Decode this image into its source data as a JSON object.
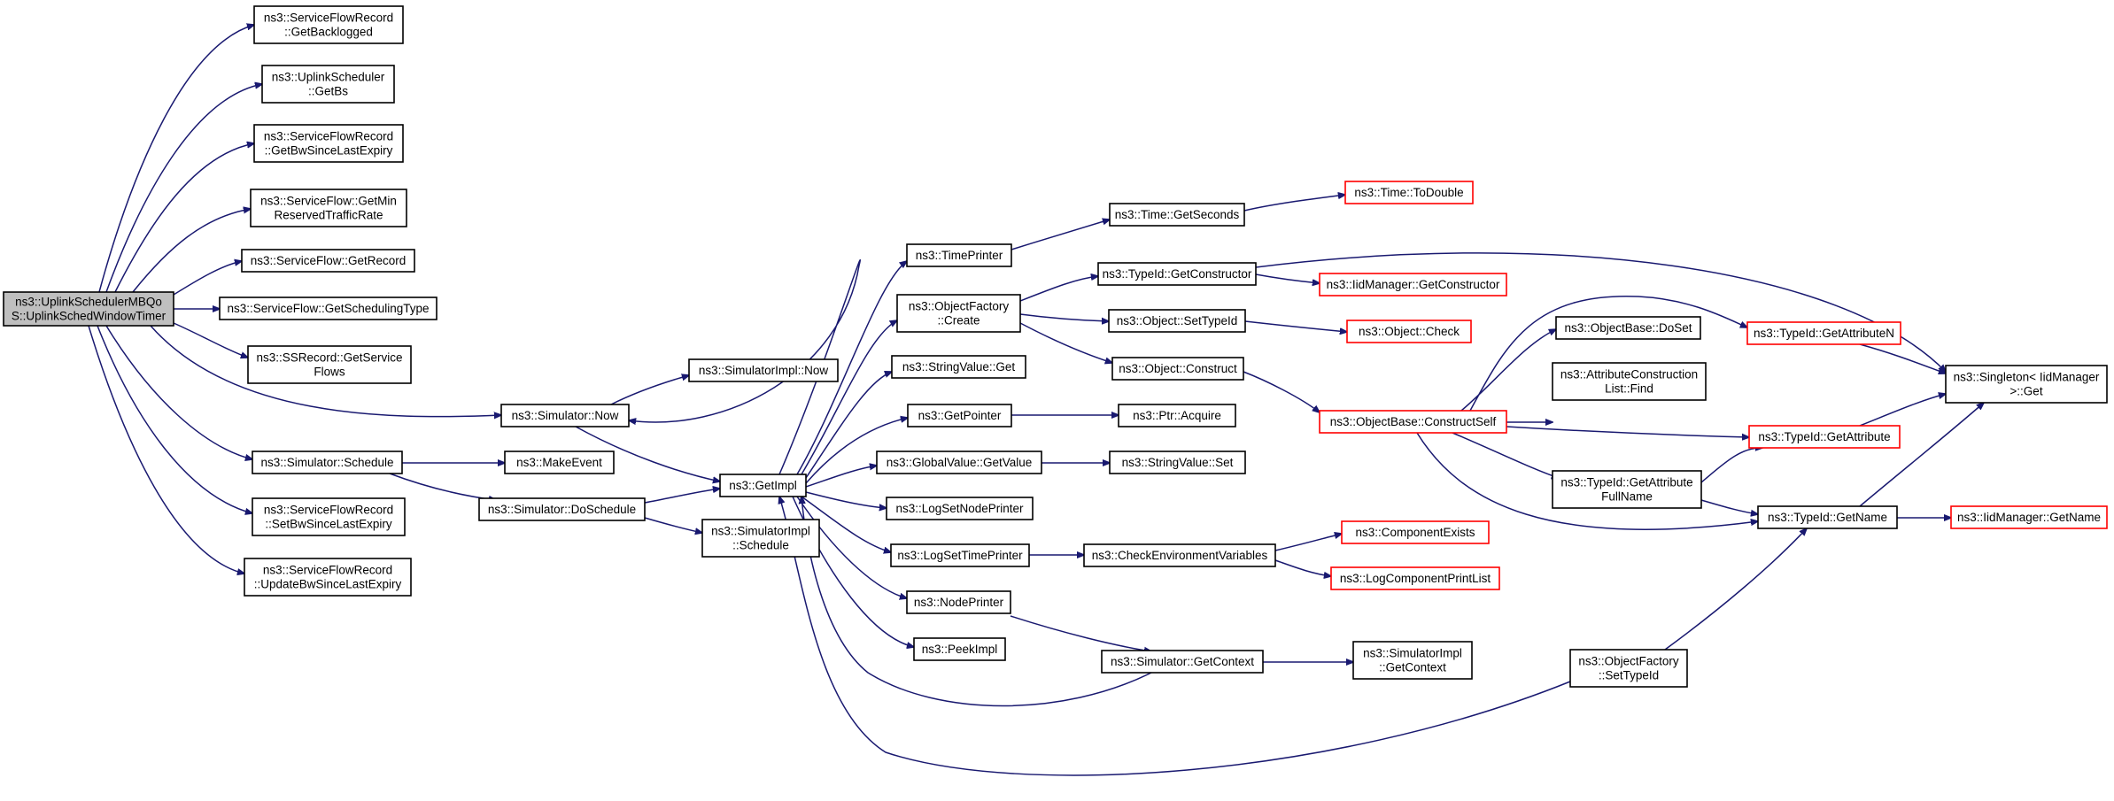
{
  "colors": {
    "edge": "#191970",
    "node_border": "#000000",
    "node_border_truncated": "#ff0000",
    "root_fill": "#bfbfbf",
    "node_fill": "#ffffff"
  },
  "nodes": [
    {
      "id": "root",
      "lines": [
        "ns3::UplinkSchedulerMBQo",
        "S::UplinkSchedWindowTimer"
      ],
      "style": "root"
    },
    {
      "id": "sfr_getbacklogged",
      "lines": [
        "ns3::ServiceFlowRecord",
        "::GetBacklogged"
      ],
      "style": "normal"
    },
    {
      "id": "us_getbs",
      "lines": [
        "ns3::UplinkScheduler",
        "::GetBs"
      ],
      "style": "normal"
    },
    {
      "id": "sfr_getbwsincelastexpiry",
      "lines": [
        "ns3::ServiceFlowRecord",
        "::GetBwSinceLastExpiry"
      ],
      "style": "normal"
    },
    {
      "id": "sf_getmin",
      "lines": [
        "ns3::ServiceFlow::GetMin",
        "ReservedTrafficRate"
      ],
      "style": "normal"
    },
    {
      "id": "sf_getrecord",
      "lines": [
        "ns3::ServiceFlow::GetRecord"
      ],
      "style": "normal"
    },
    {
      "id": "sf_getschedulingtype",
      "lines": [
        "ns3::ServiceFlow::GetSchedulingType"
      ],
      "style": "normal"
    },
    {
      "id": "ssr_getserviceflows",
      "lines": [
        "ns3::SSRecord::GetService",
        "Flows"
      ],
      "style": "normal"
    },
    {
      "id": "sim_now",
      "lines": [
        "ns3::Simulator::Now"
      ],
      "style": "normal"
    },
    {
      "id": "sim_schedule",
      "lines": [
        "ns3::Simulator::Schedule"
      ],
      "style": "normal"
    },
    {
      "id": "sfr_setbw",
      "lines": [
        "ns3::ServiceFlowRecord",
        "::SetBwSinceLastExpiry"
      ],
      "style": "normal"
    },
    {
      "id": "sfr_updatebw",
      "lines": [
        "ns3::ServiceFlowRecord",
        "::UpdateBwSinceLastExpiry"
      ],
      "style": "normal"
    },
    {
      "id": "simimpl_now",
      "lines": [
        "ns3::SimulatorImpl::Now"
      ],
      "style": "normal"
    },
    {
      "id": "makeevent",
      "lines": [
        "ns3::MakeEvent"
      ],
      "style": "normal"
    },
    {
      "id": "sim_doschedule",
      "lines": [
        "ns3::Simulator::DoSchedule"
      ],
      "style": "normal"
    },
    {
      "id": "getimpl",
      "lines": [
        "ns3::GetImpl"
      ],
      "style": "normal"
    },
    {
      "id": "simimpl_schedule",
      "lines": [
        "ns3::SimulatorImpl",
        "::Schedule"
      ],
      "style": "normal"
    },
    {
      "id": "timeprinter",
      "lines": [
        "ns3::TimePrinter"
      ],
      "style": "normal"
    },
    {
      "id": "objfactory_create",
      "lines": [
        "ns3::ObjectFactory",
        "::Create"
      ],
      "style": "normal"
    },
    {
      "id": "stringvalue_get",
      "lines": [
        "ns3::StringValue::Get"
      ],
      "style": "normal"
    },
    {
      "id": "getpointer",
      "lines": [
        "ns3::GetPointer"
      ],
      "style": "normal"
    },
    {
      "id": "globalvalue_getvalue",
      "lines": [
        "ns3::GlobalValue::GetValue"
      ],
      "style": "normal"
    },
    {
      "id": "logsetnodeprinter",
      "lines": [
        "ns3::LogSetNodePrinter"
      ],
      "style": "normal"
    },
    {
      "id": "logsettimeprinter",
      "lines": [
        "ns3::LogSetTimePrinter"
      ],
      "style": "normal"
    },
    {
      "id": "nodeprinter",
      "lines": [
        "ns3::NodePrinter"
      ],
      "style": "normal"
    },
    {
      "id": "peekimpl",
      "lines": [
        "ns3::PeekImpl"
      ],
      "style": "normal"
    },
    {
      "id": "time_getseconds",
      "lines": [
        "ns3::Time::GetSeconds"
      ],
      "style": "normal"
    },
    {
      "id": "typeid_getconstructor",
      "lines": [
        "ns3::TypeId::GetConstructor"
      ],
      "style": "normal"
    },
    {
      "id": "object_settypeid",
      "lines": [
        "ns3::Object::SetTypeId"
      ],
      "style": "normal"
    },
    {
      "id": "object_construct",
      "lines": [
        "ns3::Object::Construct"
      ],
      "style": "normal"
    },
    {
      "id": "ptr_acquire",
      "lines": [
        "ns3::Ptr::Acquire"
      ],
      "style": "normal"
    },
    {
      "id": "stringvalue_set",
      "lines": [
        "ns3::StringValue::Set"
      ],
      "style": "normal"
    },
    {
      "id": "checkenvvars",
      "lines": [
        "ns3::CheckEnvironmentVariables"
      ],
      "style": "normal"
    },
    {
      "id": "sim_getcontext",
      "lines": [
        "ns3::Simulator::GetContext"
      ],
      "style": "normal"
    },
    {
      "id": "time_todouble",
      "lines": [
        "ns3::Time::ToDouble"
      ],
      "style": "truncated"
    },
    {
      "id": "iidmanager_getconstructor",
      "lines": [
        "ns3::IidManager::GetConstructor"
      ],
      "style": "truncated"
    },
    {
      "id": "object_check",
      "lines": [
        "ns3::Object::Check"
      ],
      "style": "truncated"
    },
    {
      "id": "objectbase_constructself",
      "lines": [
        "ns3::ObjectBase::ConstructSelf"
      ],
      "style": "truncated"
    },
    {
      "id": "componentexists",
      "lines": [
        "ns3::ComponentExists"
      ],
      "style": "truncated"
    },
    {
      "id": "logcomponentprintlist",
      "lines": [
        "ns3::LogComponentPrintList"
      ],
      "style": "truncated"
    },
    {
      "id": "simimpl_getcontext",
      "lines": [
        "ns3::SimulatorImpl",
        "::GetContext"
      ],
      "style": "normal"
    },
    {
      "id": "objfactory_settypeid",
      "lines": [
        "ns3::ObjectFactory",
        "::SetTypeId"
      ],
      "style": "normal"
    },
    {
      "id": "objectbase_doset",
      "lines": [
        "ns3::ObjectBase::DoSet"
      ],
      "style": "normal"
    },
    {
      "id": "attrconstructionlist_find",
      "lines": [
        "ns3::AttributeConstruction",
        "List::Find"
      ],
      "style": "normal"
    },
    {
      "id": "typeid_getattributefullname",
      "lines": [
        "ns3::TypeId::GetAttribute",
        "FullName"
      ],
      "style": "normal"
    },
    {
      "id": "typeid_getattributen",
      "lines": [
        "ns3::TypeId::GetAttributeN"
      ],
      "style": "truncated"
    },
    {
      "id": "typeid_getattribute",
      "lines": [
        "ns3::TypeId::GetAttribute"
      ],
      "style": "truncated"
    },
    {
      "id": "typeid_getname",
      "lines": [
        "ns3::TypeId::GetName"
      ],
      "style": "normal"
    },
    {
      "id": "singleton_get",
      "lines": [
        "ns3::Singleton< IidManager",
        " >::Get"
      ],
      "style": "normal"
    },
    {
      "id": "iidmanager_getname",
      "lines": [
        "ns3::IidManager::GetName"
      ],
      "style": "truncated"
    }
  ]
}
